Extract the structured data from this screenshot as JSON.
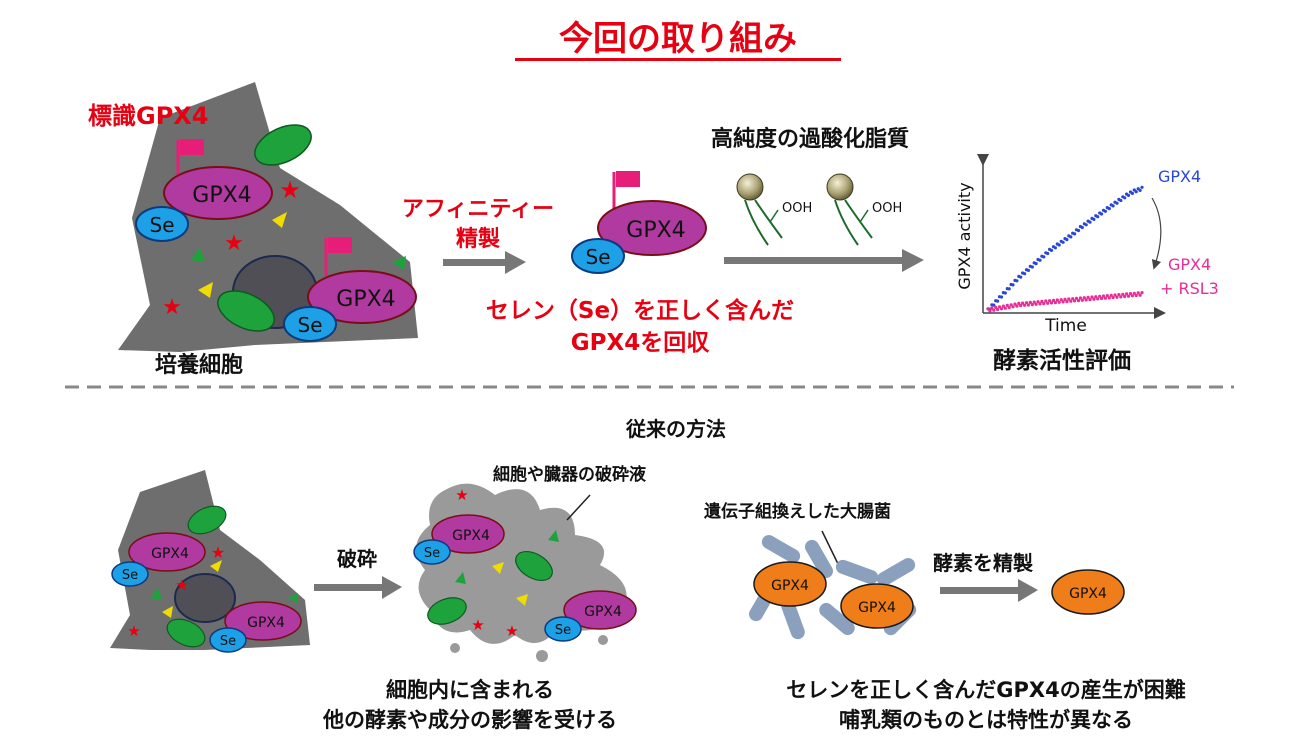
{
  "title": "今回の取り組み",
  "colors": {
    "title_red": "#e60012",
    "gpx4_purple": "#b03aa0",
    "se_blue": "#1ea0e6",
    "gpx4_orange": "#ee7d1a",
    "cell_gray": "#6e6e6e",
    "activity_blue": "#2846d8",
    "activity_pink": "#e62d96"
  },
  "top": {
    "labeled_gpx4": "標識GPX4",
    "cell_label": "培養細胞",
    "cell_gpx4_a": "GPX4",
    "cell_se_a": "Se",
    "cell_gpx4_b": "GPX4",
    "cell_se_b": "Se",
    "affinity_line1": "アフィニティー",
    "affinity_line2": "精製",
    "purified_gpx4": "GPX4",
    "purified_se": "Se",
    "result_line1": "セレン（Se）を正しく含んだ",
    "result_line2": "GPX4を回収",
    "lipid_title": "高純度の過酸化脂質",
    "ooh_a": "OOH",
    "ooh_b": "OOH",
    "assay_label": "酵素活性評価"
  },
  "chart_data": {
    "type": "scatter",
    "title": "",
    "xlabel": "Time",
    "ylabel": "GPX4 activity",
    "xlim": [
      0,
      1
    ],
    "ylim": [
      0,
      1
    ],
    "grid": false,
    "series": [
      {
        "name": "GPX4",
        "color": "#2846d8",
        "x": [
          0.0,
          0.05,
          0.1,
          0.15,
          0.2,
          0.25,
          0.3,
          0.35,
          0.4,
          0.45,
          0.5,
          0.55,
          0.6,
          0.65,
          0.7,
          0.75,
          0.8,
          0.85,
          0.9,
          0.95,
          1.0
        ],
        "y": [
          0.0,
          0.06,
          0.12,
          0.18,
          0.24,
          0.29,
          0.34,
          0.39,
          0.44,
          0.48,
          0.52,
          0.56,
          0.61,
          0.65,
          0.69,
          0.73,
          0.77,
          0.81,
          0.85,
          0.88,
          0.9
        ]
      },
      {
        "name": "GPX4\n+ RSL3",
        "color": "#e62d96",
        "x": [
          0.0,
          0.05,
          0.1,
          0.15,
          0.2,
          0.25,
          0.3,
          0.35,
          0.4,
          0.45,
          0.5,
          0.55,
          0.6,
          0.65,
          0.7,
          0.75,
          0.8,
          0.85,
          0.9,
          0.95,
          1.0
        ],
        "y": [
          0.0,
          0.01,
          0.02,
          0.03,
          0.04,
          0.045,
          0.05,
          0.055,
          0.06,
          0.065,
          0.07,
          0.075,
          0.08,
          0.085,
          0.09,
          0.095,
          0.1,
          0.105,
          0.11,
          0.115,
          0.12
        ]
      }
    ],
    "legend_line1": "GPX4",
    "legend_rsl3_line1": "GPX4",
    "legend_rsl3_line2": "+ RSL3"
  },
  "bottom": {
    "heading": "従来の方法",
    "cell_gpx4_a": "GPX4",
    "cell_se_a": "Se",
    "cell_gpx4_b": "GPX4",
    "cell_se_b": "Se",
    "crush_label": "破砕",
    "lysate_label": "細胞や臓器の破砕液",
    "lysate_gpx4": "GPX4",
    "lysate_se_a": "Se",
    "lysate_gpx4_b": "GPX4",
    "lysate_se_b": "Se",
    "left_caption_line1": "細胞内に含まれる",
    "left_caption_line2": "他の酵素や成分の影響を受ける",
    "ecoli_label": "遺伝子組換えした大腸菌",
    "ecoli_gpx4_a": "GPX4",
    "ecoli_gpx4_b": "GPX4",
    "purify_label": "酵素を精製",
    "purified_gpx4": "GPX4",
    "right_caption_line1": "セレンを正しく含んだGPX4の産生が困難",
    "right_caption_line2": "哺乳類のものとは特性が異なる"
  }
}
